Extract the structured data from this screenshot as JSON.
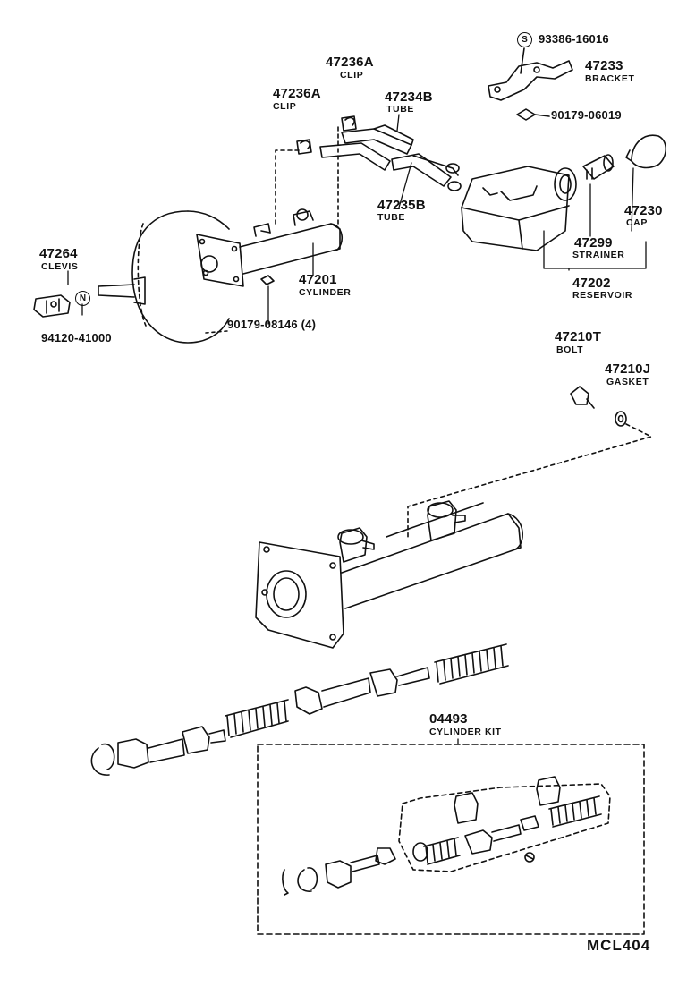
{
  "symbols": {
    "standard": "S",
    "nut": "N"
  },
  "parts": {
    "p93386": {
      "number": "93386-16016"
    },
    "p47233": {
      "number": "47233",
      "name": "BRACKET"
    },
    "p47236a_right": {
      "number": "47236A",
      "name": "CLIP"
    },
    "p47236a_left": {
      "number": "47236A",
      "name": "CLIP"
    },
    "p47234b": {
      "number": "47234B",
      "name": "TUBE"
    },
    "p90179_06019": {
      "number": "90179-06019"
    },
    "p47235b": {
      "number": "47235B",
      "name": "TUBE"
    },
    "p47230": {
      "number": "47230",
      "name": "CAP"
    },
    "p47299": {
      "number": "47299",
      "name": "STRAINER"
    },
    "p47264": {
      "number": "47264",
      "name": "CLEVIS"
    },
    "p47201": {
      "number": "47201",
      "name": "CYLINDER"
    },
    "p47202": {
      "number": "47202",
      "name": "RESERVOIR"
    },
    "p94120": {
      "number": "94120-41000"
    },
    "p90179_08146": {
      "number": "90179-08146 (4)"
    },
    "p47210t": {
      "number": "47210T",
      "name": "BOLT"
    },
    "p47210j": {
      "number": "47210J",
      "name": "GASKET"
    },
    "p04493": {
      "number": "04493",
      "name": "CYLINDER KIT"
    }
  },
  "footer": {
    "code": "MCL404"
  }
}
